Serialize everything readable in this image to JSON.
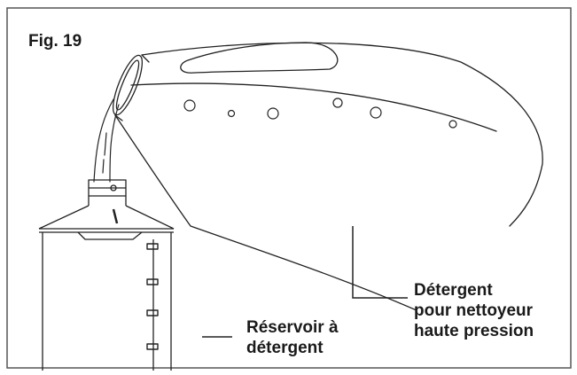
{
  "figure": {
    "title": "Fig. 19",
    "detergent_label": [
      "Détergent",
      "pour nettoyeur",
      "haute pression"
    ],
    "tank_label": [
      "Réservoir à",
      "détergent"
    ],
    "colors": {
      "line": "#222222",
      "frame": "#555555",
      "background": "#ffffff"
    }
  }
}
